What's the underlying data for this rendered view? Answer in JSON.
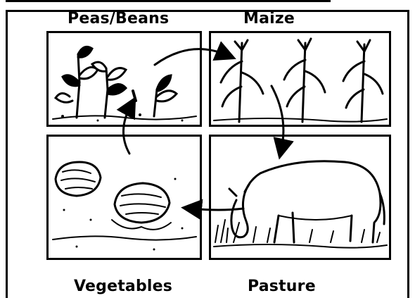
{
  "labels": {
    "peas_beans": "Peas/Beans",
    "maize": "Maize",
    "vegetables": "Vegetables",
    "pasture": "Pasture"
  },
  "colors": {
    "ink": "#000000",
    "paper": "#ffffff"
  }
}
